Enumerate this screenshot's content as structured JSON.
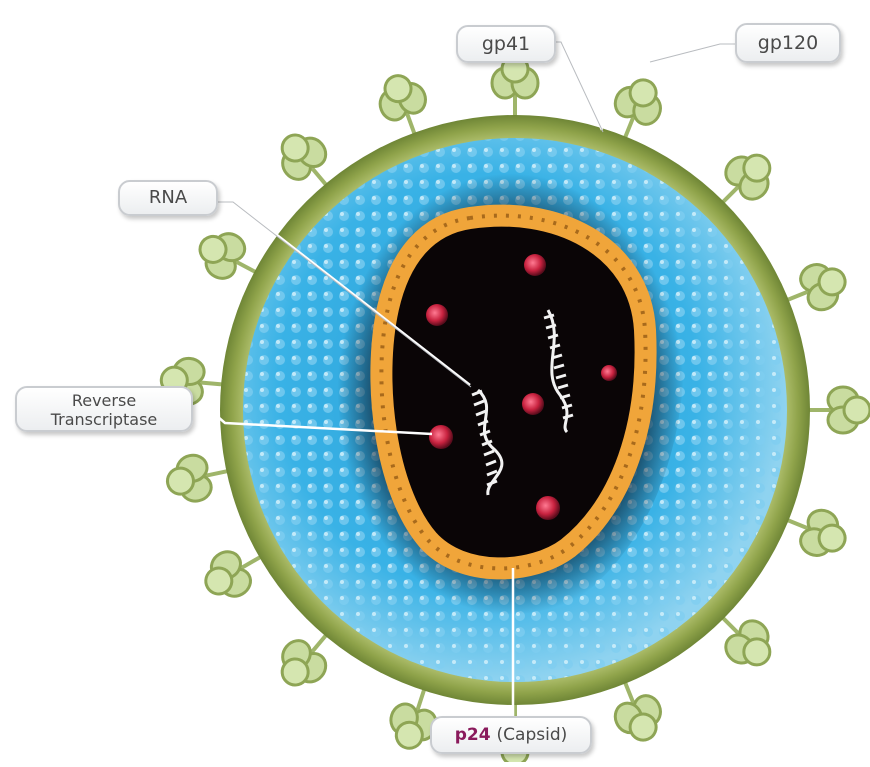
{
  "labels": {
    "gp41": "gp41",
    "gp120": "gp120",
    "rna": "RNA",
    "reverse_transcriptase": [
      "Reverse",
      "Transcriptase"
    ],
    "p24_strong": "p24",
    "p24_rest": "(Capsid)"
  },
  "colors": {
    "envelope": "#9db05a",
    "matrix": "#3fb7e6",
    "capsid_border": "#f0a53a",
    "core": "#0a0506",
    "enzyme": "#c8223f",
    "spike": "#c9dca0",
    "p24_text": "#8a1a5c"
  }
}
